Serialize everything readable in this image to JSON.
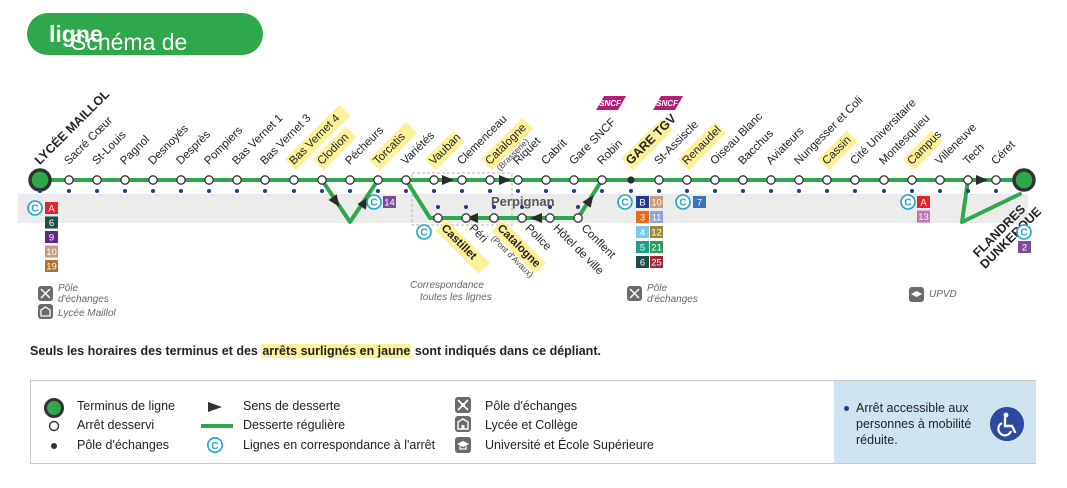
{
  "header": {
    "title_part1": "Schéma de ",
    "title_part2": "ligne"
  },
  "colors": {
    "line_green": "#2ea84a",
    "highlight_yellow": "#fdf29a",
    "pole_dark": "#2b2b2b",
    "correspondence_teal": "#1aa6c9",
    "band_grey": "#ececec",
    "pmr_blue": "#cfe3f1"
  },
  "stops_main": [
    {
      "name": "LYCÉE MAILLOL",
      "terminus": true,
      "bold": true
    },
    {
      "name": "Sacré Cœur"
    },
    {
      "name": "St-Louis"
    },
    {
      "name": "Pagnol"
    },
    {
      "name": "Desnoyés"
    },
    {
      "name": "Desprès"
    },
    {
      "name": "Pompiers"
    },
    {
      "name": "Bas Vernet 1"
    },
    {
      "name": "Bas Vernet 3"
    },
    {
      "name": "Bas Vernet 4",
      "highlight": true
    },
    {
      "name": "Clodion",
      "highlight": true
    },
    {
      "name": "Pécheurs"
    },
    {
      "name": "Torcatis",
      "highlight": true
    },
    {
      "name": "Variétés"
    },
    {
      "name": "Vauban",
      "highlight": true
    },
    {
      "name": "Clemenceau"
    },
    {
      "name": "Catalogne",
      "sub": "(Brasserie)",
      "highlight": true
    },
    {
      "name": "Riquet"
    },
    {
      "name": "Cabrit"
    },
    {
      "name": "Gare SNCF",
      "sncf": true
    },
    {
      "name": "Robin"
    },
    {
      "name": "GARE TGV",
      "sncf": true,
      "bold": true,
      "highlight": true
    },
    {
      "name": "St-Assiscle"
    },
    {
      "name": "Renaudel",
      "highlight": true
    },
    {
      "name": "Oiseau Blanc"
    },
    {
      "name": "Bacchus"
    },
    {
      "name": "Aviateurs"
    },
    {
      "name": "Nungesser et Coli"
    },
    {
      "name": "Cassin",
      "highlight": true
    },
    {
      "name": "Cité Universitaire"
    },
    {
      "name": "Montesquieu"
    },
    {
      "name": "Campus",
      "highlight": true
    },
    {
      "name": "Villeneuve"
    },
    {
      "name": "Tech"
    },
    {
      "name": "Céret"
    }
  ],
  "stops_lower": [
    {
      "name": "Castillet",
      "highlight": true
    },
    {
      "name": "Péri"
    },
    {
      "name": "Catalogne",
      "sub": "(Pont d'Avaux)",
      "highlight": true
    },
    {
      "name": "Police"
    },
    {
      "name": "Hôtel de ville"
    },
    {
      "name": "Conflent"
    }
  ],
  "terminus_right": {
    "name_line1": "FLANDRES",
    "name_line2": "DUNKERQUE"
  },
  "town_label": "Perpignan",
  "sncf_logo_text": "SNCF",
  "correspondence_symbol": "C",
  "correspondences": {
    "lycee_maillol": [
      {
        "label": "A",
        "color": "#e2252b"
      },
      {
        "label": "6",
        "color": "#1d4e4a"
      },
      {
        "label": "9",
        "color": "#5b2a86"
      },
      {
        "label": "10",
        "color": "#c89a7a"
      },
      {
        "label": "19",
        "color": "#b3712b"
      }
    ],
    "torcatis": [
      {
        "label": "14",
        "color": "#7d4b9a"
      }
    ],
    "gare_tgv": [
      {
        "label": "B",
        "color": "#1a3e8c"
      },
      {
        "label": "10",
        "color": "#c89a7a"
      },
      {
        "label": "3",
        "color": "#e86a1f"
      },
      {
        "label": "11",
        "color": "#8fa3d6"
      },
      {
        "label": "4",
        "color": "#7ecbe6"
      },
      {
        "label": "12",
        "color": "#9c8c3a"
      },
      {
        "label": "5",
        "color": "#1aa08a"
      },
      {
        "label": "21",
        "color": "#2e9a5c"
      },
      {
        "label": "6",
        "color": "#1d4e4a"
      },
      {
        "label": "25",
        "color": "#a0283a"
      }
    ],
    "renaudel": [
      {
        "label": "7",
        "color": "#3a74b8"
      }
    ],
    "campus": [
      {
        "label": "A",
        "color": "#e2252b"
      },
      {
        "label": "13",
        "color": "#b87ab0"
      }
    ],
    "flandres": [
      {
        "label": "2",
        "color": "#7d4b9a"
      }
    ]
  },
  "annotations": {
    "pole_echanges_line1": "Pôle",
    "pole_echanges_line2": "d'échanges",
    "lycee_maillol_label": "Lycée Maillol",
    "correspondance_line1": "Correspondance",
    "correspondance_line2": "toutes les lignes",
    "upvd": "UPVD"
  },
  "note": {
    "part1": "Seuls les horaires des terminus et des ",
    "highlight": "arrêts surlignés en jaune",
    "part2": " sont indiqués dans ce dépliant."
  },
  "legend": {
    "terminus": "Terminus de ligne",
    "arret": "Arrêt desservi",
    "pole": "Pôle d'échanges",
    "sens": "Sens de desserte",
    "desserte": "Desserte régulière",
    "lignes": "Lignes en correspondance à l'arrêt",
    "pole_echanges": "Pôle d'échanges",
    "lycee": "Lycée et Collège",
    "universite": "Université et École Supérieure",
    "pmr_line1": "Arrêt accessible aux",
    "pmr_line2": "personnes à mobilité",
    "pmr_line3": "réduite."
  },
  "icons": [
    "terminus-ring",
    "stop-circle",
    "pole-dot",
    "direction-arrow",
    "green-line",
    "correspondence-c-icon",
    "exchange-icon",
    "school-icon",
    "graduation-cap-icon",
    "wheelchair-icon",
    "sncf-logo"
  ]
}
